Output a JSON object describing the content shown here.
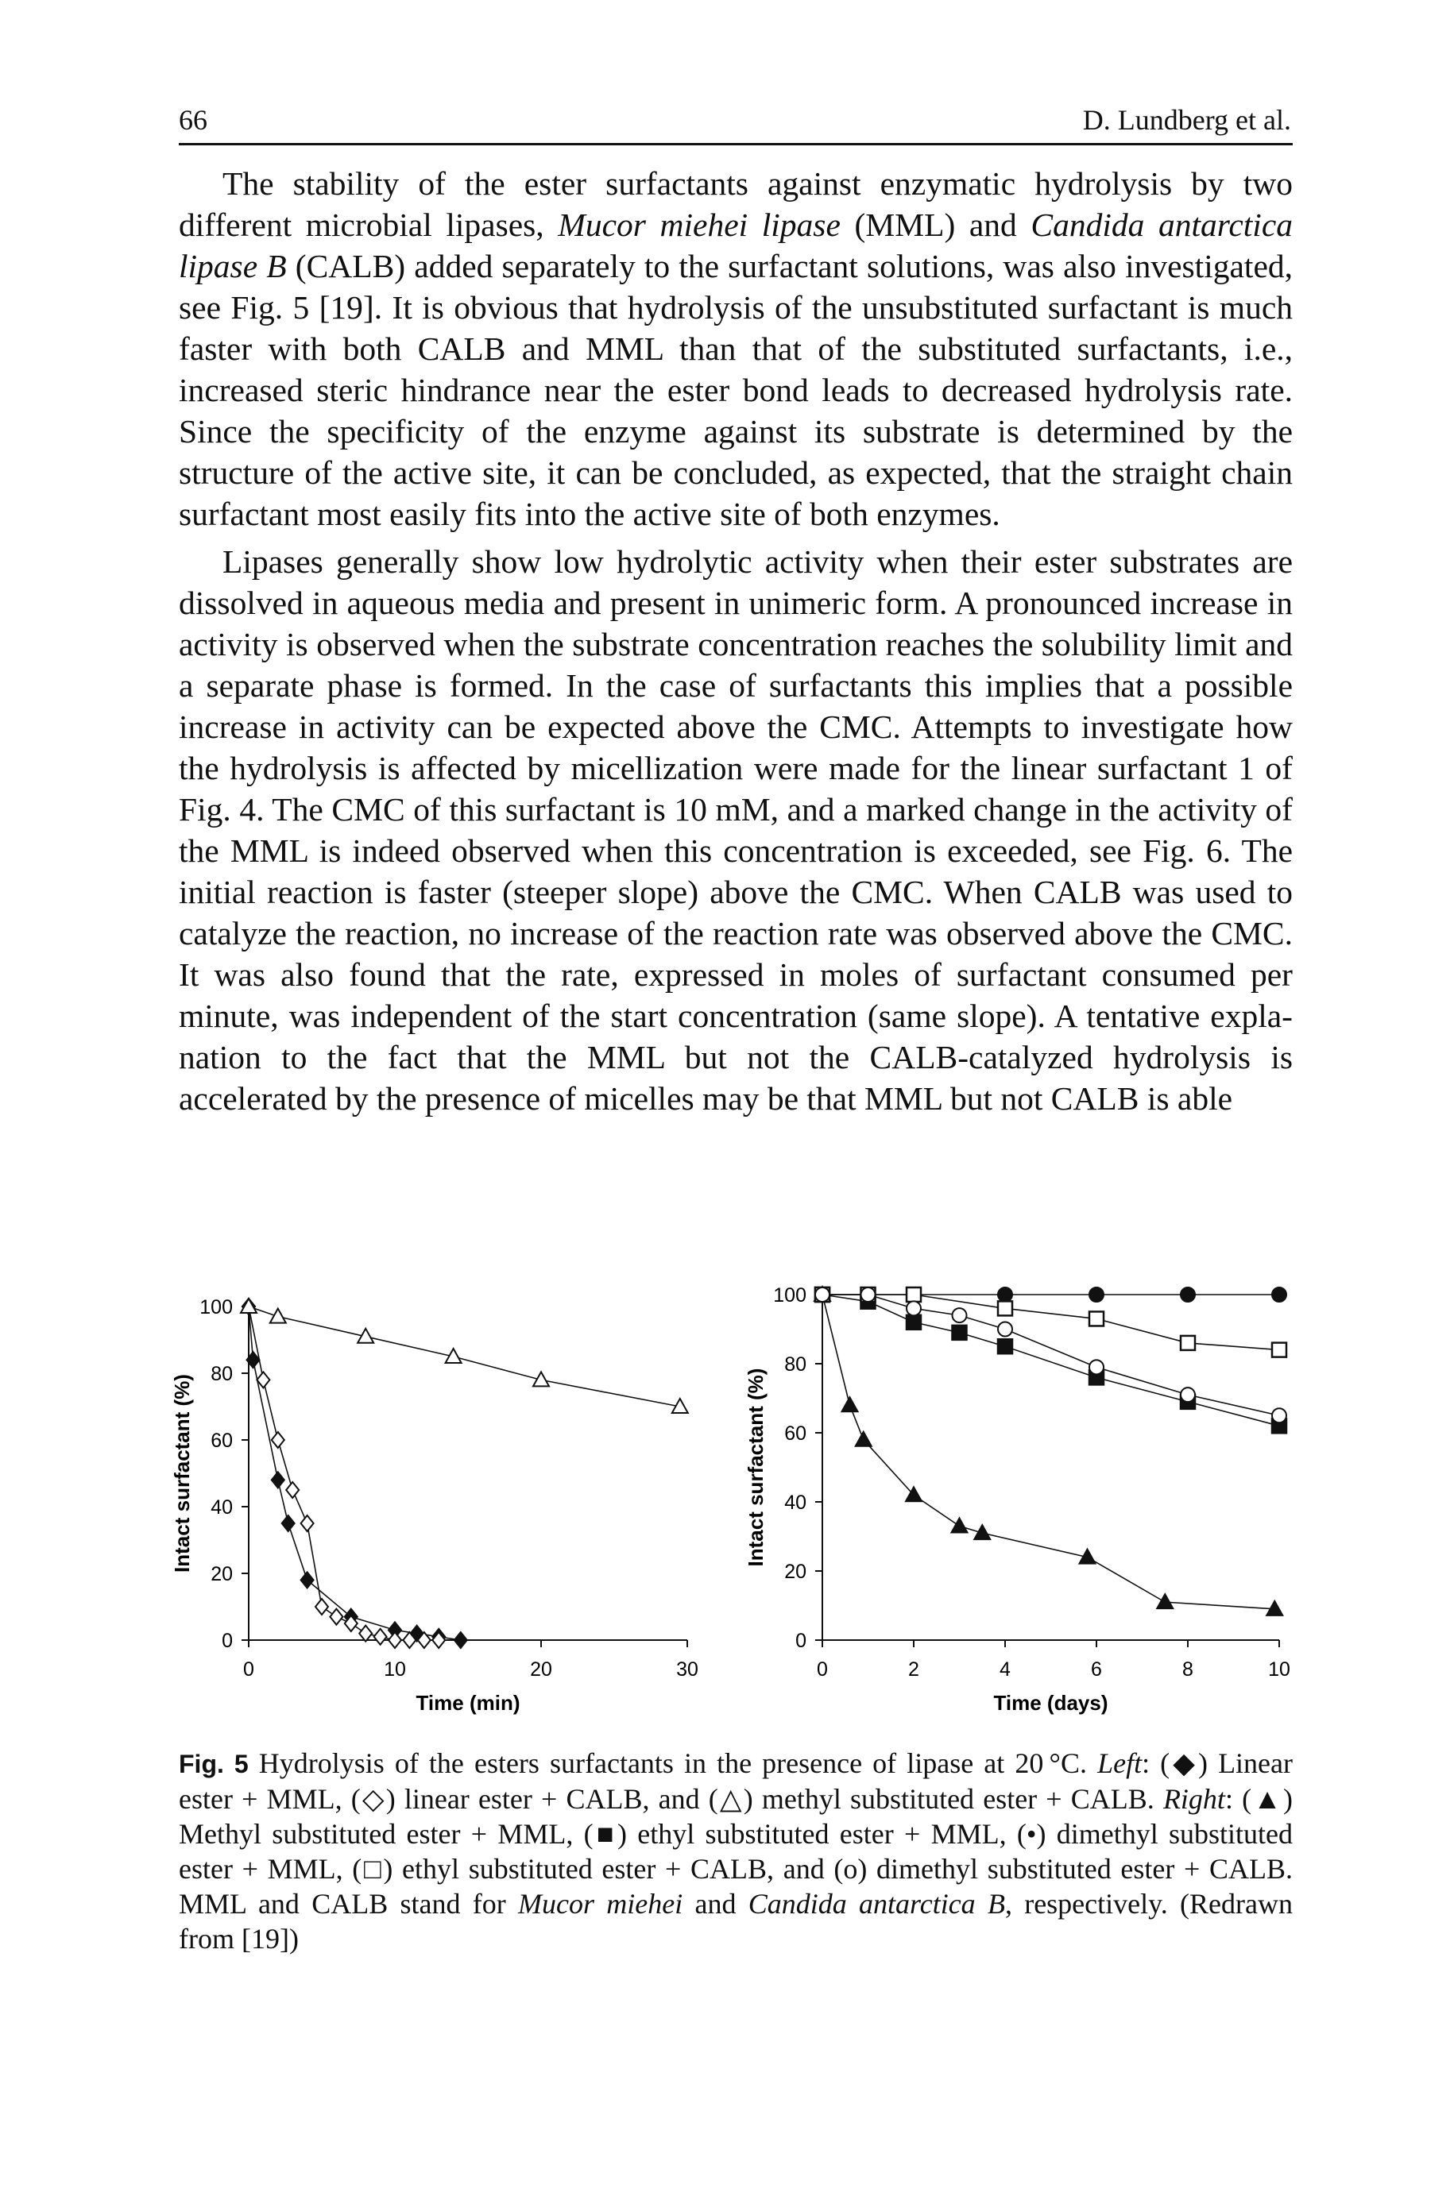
{
  "header": {
    "page_number": "66",
    "running_head": "D. Lundberg et al."
  },
  "body": {
    "paragraphs": [
      [
        {
          "t": "The stability of the ester surfactants against enzymatic hydrolysis by two different microbial lipases, "
        },
        {
          "t": "Mucor miehei lipase",
          "i": true
        },
        {
          "t": " (MML) and "
        },
        {
          "t": "Candida antarc­tica lipase B",
          "i": true
        },
        {
          "t": " (CALB) added separately to the surfactant solutions, was also investigated, see Fig. 5 [19]. It is obvious that hydrolysis of the unsubstituted surfactant is much faster with both CALB and MML than that of the substi­tuted surfactants, i.e., increased steric hindrance near the ester bond leads to decreased hydrolysis rate. Since the specificity of the enzyme against its sub­strate is determined by the structure of the active site, it can be concluded, as expected, that the straight chain surfactant most easily fits into the active site of both enzymes."
        }
      ],
      [
        {
          "t": "Lipases generally show low hydrolytic activity when their ester substrates are dissolved in aqueous media and present in unimeric form. A pronounced increase in activity is observed when the substrate concentration reaches the solubility limit and a separate phase is formed. In the case of surfactants this implies that a possible increase in activity can be expected above the CMC. Attempts to investigate how the hydrolysis is affected by micellization were made for the linear surfactant 1 of Fig. 4. The CMC of this surfactant is 10 mM, and a marked change in the activity of the MML is indeed observed when this concentration is exceeded, see Fig. 6. The initial reaction is faster (steeper slope) above the CMC. When CALB was used to catalyze the reac­tion, no increase of the reaction rate was observed above the CMC. It was also found that the rate, expressed in moles of surfactant consumed per minute, was independent of the start concentration (same slope). A tentative expla­nation to the fact that the MML but not the CALB-catalyzed hydrolysis is accelerated by the presence of micelles may be that MML but not CALB is able"
        }
      ]
    ]
  },
  "caption": {
    "label": "Fig. 5",
    "segments": [
      {
        "t": " Hydrolysis of the esters surfactants in the presence of lipase at 20 °C. "
      },
      {
        "t": "Left",
        "i": true
      },
      {
        "t": ": (◆) Lin­ear ester + MML, (◇) linear ester + CALB, and (△) methyl substituted ester + CALB. "
      },
      {
        "t": "Right",
        "i": true
      },
      {
        "t": ": (▲) Methyl substituted ester + MML, (■) ethyl substituted ester + MML, (•) dimethyl sub­stituted ester + MML, (□) ethyl substituted ester + CALB, and (o) dimethyl substituted ester + CALB. MML and CALB stand for "
      },
      {
        "t": "Mucor miehei",
        "i": true
      },
      {
        "t": " and "
      },
      {
        "t": "Candida antarctica B",
        "i": true
      },
      {
        "t": ", respec­tively. (Redrawn from [19])"
      }
    ]
  },
  "chart_data": [
    {
      "type": "line",
      "position": "left",
      "xlabel": "Time (min)",
      "ylabel": "Intact surfactant (%)",
      "xlim": [
        0,
        30
      ],
      "ylim": [
        0,
        100
      ],
      "xticks": [
        0,
        10,
        20,
        30
      ],
      "yticks": [
        0,
        20,
        40,
        60,
        80,
        100
      ],
      "grid": false,
      "series": [
        {
          "marker": "diamond-filled",
          "color": "#111111",
          "x": [
            0,
            0.3,
            2,
            2.7,
            4,
            7,
            10,
            11.5,
            13,
            14.5
          ],
          "y": [
            100,
            84,
            48,
            35,
            18,
            7,
            3,
            2,
            1,
            0
          ]
        },
        {
          "marker": "diamond-open",
          "color": "#111111",
          "x": [
            0,
            1,
            2,
            3,
            4,
            5,
            6,
            7,
            8,
            9,
            10,
            11,
            12,
            13
          ],
          "y": [
            100,
            78,
            60,
            45,
            35,
            10,
            7,
            5,
            2,
            1,
            0,
            0,
            0,
            0
          ]
        },
        {
          "marker": "triangle-open",
          "color": "#111111",
          "x": [
            0,
            2,
            8,
            14,
            20,
            29.5
          ],
          "y": [
            100,
            97,
            91,
            85,
            78,
            70
          ]
        }
      ]
    },
    {
      "type": "line",
      "position": "right",
      "xlabel": "Time (days)",
      "ylabel": "Intact surfactant (%)",
      "xlim": [
        0,
        10
      ],
      "ylim": [
        0,
        100
      ],
      "xticks": [
        0,
        2,
        4,
        6,
        8,
        10
      ],
      "yticks": [
        0,
        20,
        40,
        60,
        80,
        100
      ],
      "grid": false,
      "series": [
        {
          "marker": "triangle-filled",
          "color": "#111111",
          "x": [
            0,
            0.6,
            0.9,
            2,
            3,
            3.5,
            5.8,
            7.5,
            9.9
          ],
          "y": [
            100,
            68,
            58,
            42,
            33,
            31,
            24,
            11,
            9
          ]
        },
        {
          "marker": "square-filled",
          "color": "#111111",
          "x": [
            0,
            1,
            2,
            3,
            4,
            6,
            8,
            10
          ],
          "y": [
            100,
            98,
            92,
            89,
            85,
            76,
            69,
            62
          ]
        },
        {
          "marker": "circle-filled",
          "color": "#111111",
          "x": [
            0,
            1,
            2,
            4,
            6,
            8,
            10
          ],
          "y": [
            100,
            100,
            100,
            100,
            100,
            100,
            100
          ]
        },
        {
          "marker": "square-open",
          "color": "#111111",
          "x": [
            0,
            1,
            2,
            4,
            6,
            8,
            10
          ],
          "y": [
            100,
            100,
            100,
            96,
            93,
            86,
            84
          ]
        },
        {
          "marker": "circle-open",
          "color": "#111111",
          "x": [
            0,
            1,
            2,
            3,
            4,
            6,
            8,
            10
          ],
          "y": [
            100,
            100,
            96,
            94,
            90,
            79,
            71,
            65
          ]
        }
      ]
    }
  ]
}
